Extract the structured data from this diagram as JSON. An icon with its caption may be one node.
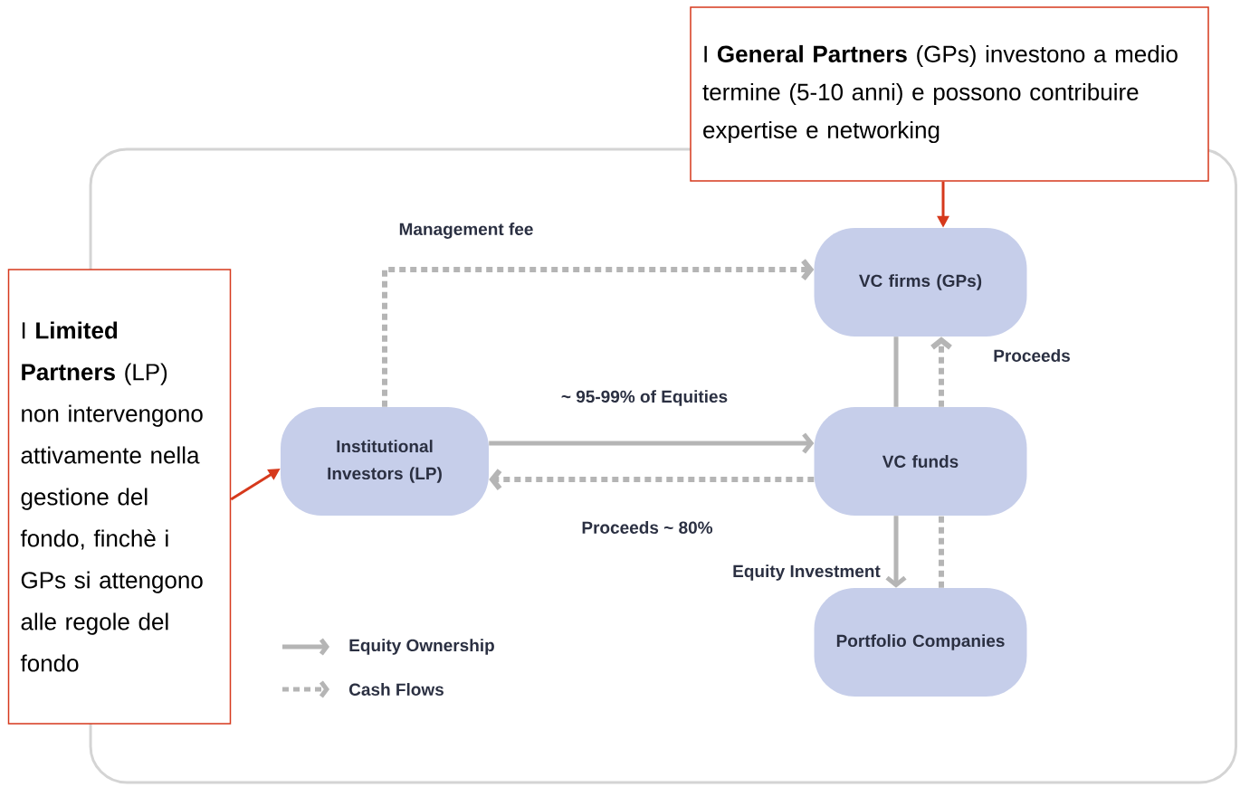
{
  "diagram": {
    "nodes": [
      {
        "text": [],
        "shape": "box"
      },
      {
        "text": [
          "Institutional Investors (LP)"
        ],
        "in": 0
      },
      {
        "text": [
          "VC firms (GPs)"
        ],
        "in": 0
      },
      {
        "text": [
          "VC funds"
        ],
        "in": 0
      },
      {
        "text": [
          "Portfolio Companies"
        ],
        "in": 0
      },
      {
        "text": [
          "I **General Partners** (GPs) investono a medio termine (5-10 anni) e possono contribuire expertise e networking"
        ]
      },
      {
        "text": [
          "I **Limited Partners** (LP) non intervengono attivamente nella gestione del fondo, finchè i GPs si attengono alle regole del fondo"
        ]
      }
    ],
    "edges": [
      {
        "from": 1,
        "to": 2,
        "arrow": "to",
        "label": "Management fee",
        "style": "dashed"
      },
      {
        "from": 1,
        "to": 3,
        "arrow": "to",
        "label": "~ 95-99% of Equities"
      },
      {
        "from": 3,
        "to": 1,
        "arrow": "to",
        "label": "Proceeds ~ 80%",
        "style": "dashed"
      },
      {
        "from": 2,
        "to": 3,
        "arrow": "none"
      },
      {
        "from": 3,
        "to": 2,
        "arrow": "to",
        "label": "Proceeds",
        "style": "dashed"
      },
      {
        "from": 3,
        "to": 4,
        "arrow": "to",
        "label": "Equity Investment"
      },
      {
        "from": 4,
        "to": 3,
        "arrow": "none",
        "style": "dashed"
      },
      {
        "from": 5,
        "to": 2,
        "arrow": "to",
        "color": "#d6391c"
      },
      {
        "from": 6,
        "to": 1,
        "arrow": "to",
        "color": "#d6391c"
      }
    ],
    "legend": [
      {
        "text": "Equity Ownership"
      },
      {
        "text": "Cash Flows"
      }
    ]
  }
}
